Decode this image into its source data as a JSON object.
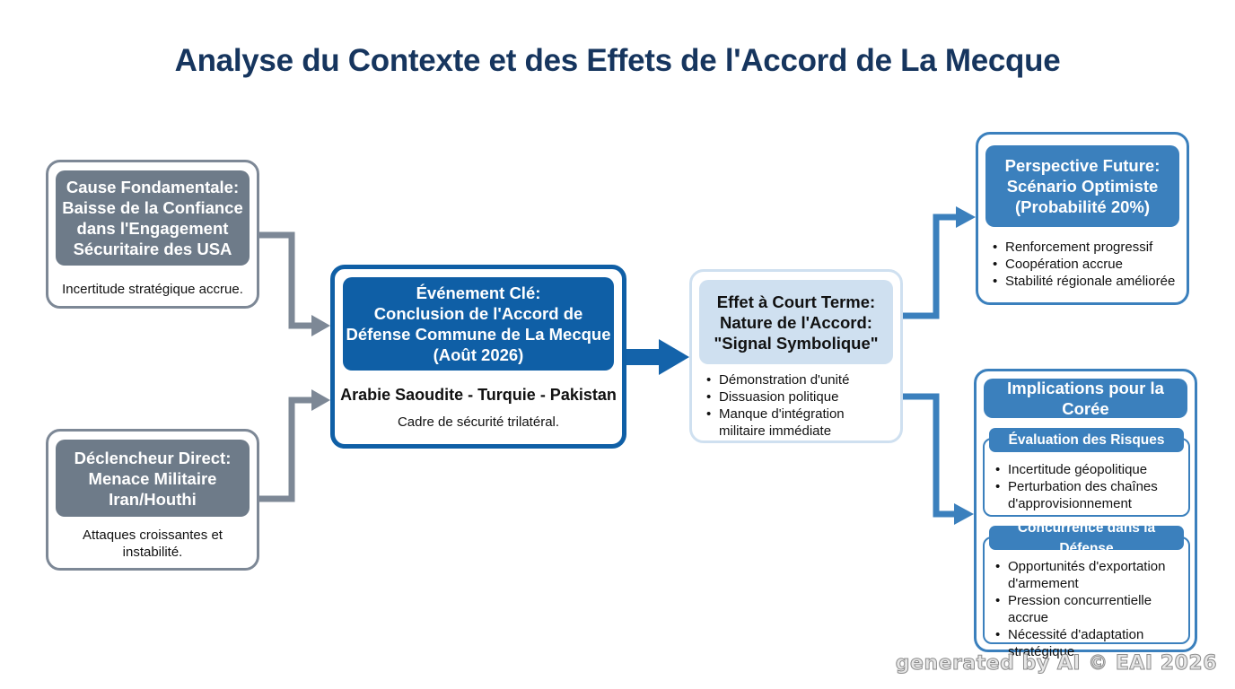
{
  "title": "Analyse du Contexte et des Effets de l'Accord de La Mecque",
  "cause": {
    "header": "Cause Fondamentale:\nBaisse de la Confiance\ndans l'Engagement\nSécuritaire des USA",
    "description": "Incertitude stratégique accrue."
  },
  "trigger": {
    "header": "Déclencheur Direct:\nMenace Militaire\nIran/Houthi",
    "description": "Attaques croissantes et\ninstabilité."
  },
  "event": {
    "header": "Événement Clé:\nConclusion de l'Accord de\nDéfense Commune de La Mecque\n(Août 2026)",
    "parties": "Arabie Saoudite - Turquie - Pakistan",
    "description": "Cadre de sécurité trilatéral."
  },
  "short_term": {
    "header": "Effet à Court Terme:\nNature de l'Accord:\n\"Signal Symbolique\"",
    "bullets": [
      "Démonstration d'unité",
      "Dissuasion politique",
      "Manque d'intégration militaire immédiate"
    ]
  },
  "future": {
    "header": "Perspective Future:\nScénario Optimiste\n(Probabilité 20%)",
    "bullets": [
      "Renforcement progressif",
      "Coopération accrue",
      "Stabilité régionale améliorée"
    ]
  },
  "korea": {
    "header": "Implications pour la Corée",
    "risks": {
      "header": "Évaluation des Risques",
      "bullets": [
        "Incertitude géopolitique",
        "Perturbation des chaînes d'approvisionnement"
      ]
    },
    "defense": {
      "header": "Concurrence dans la Défense",
      "bullets": [
        "Opportunités d'exportation d'armement",
        "Pression concurrentielle accrue",
        "Nécessité d'adaptation stratégique"
      ]
    }
  },
  "watermark": "generated by AI © EAI 2026",
  "colors": {
    "title": "#16355e",
    "gray": "#6e7b89",
    "dark_blue": "#0f5fa6",
    "mid_blue": "#3b80bd",
    "light_blue": "#cfe0f0"
  }
}
